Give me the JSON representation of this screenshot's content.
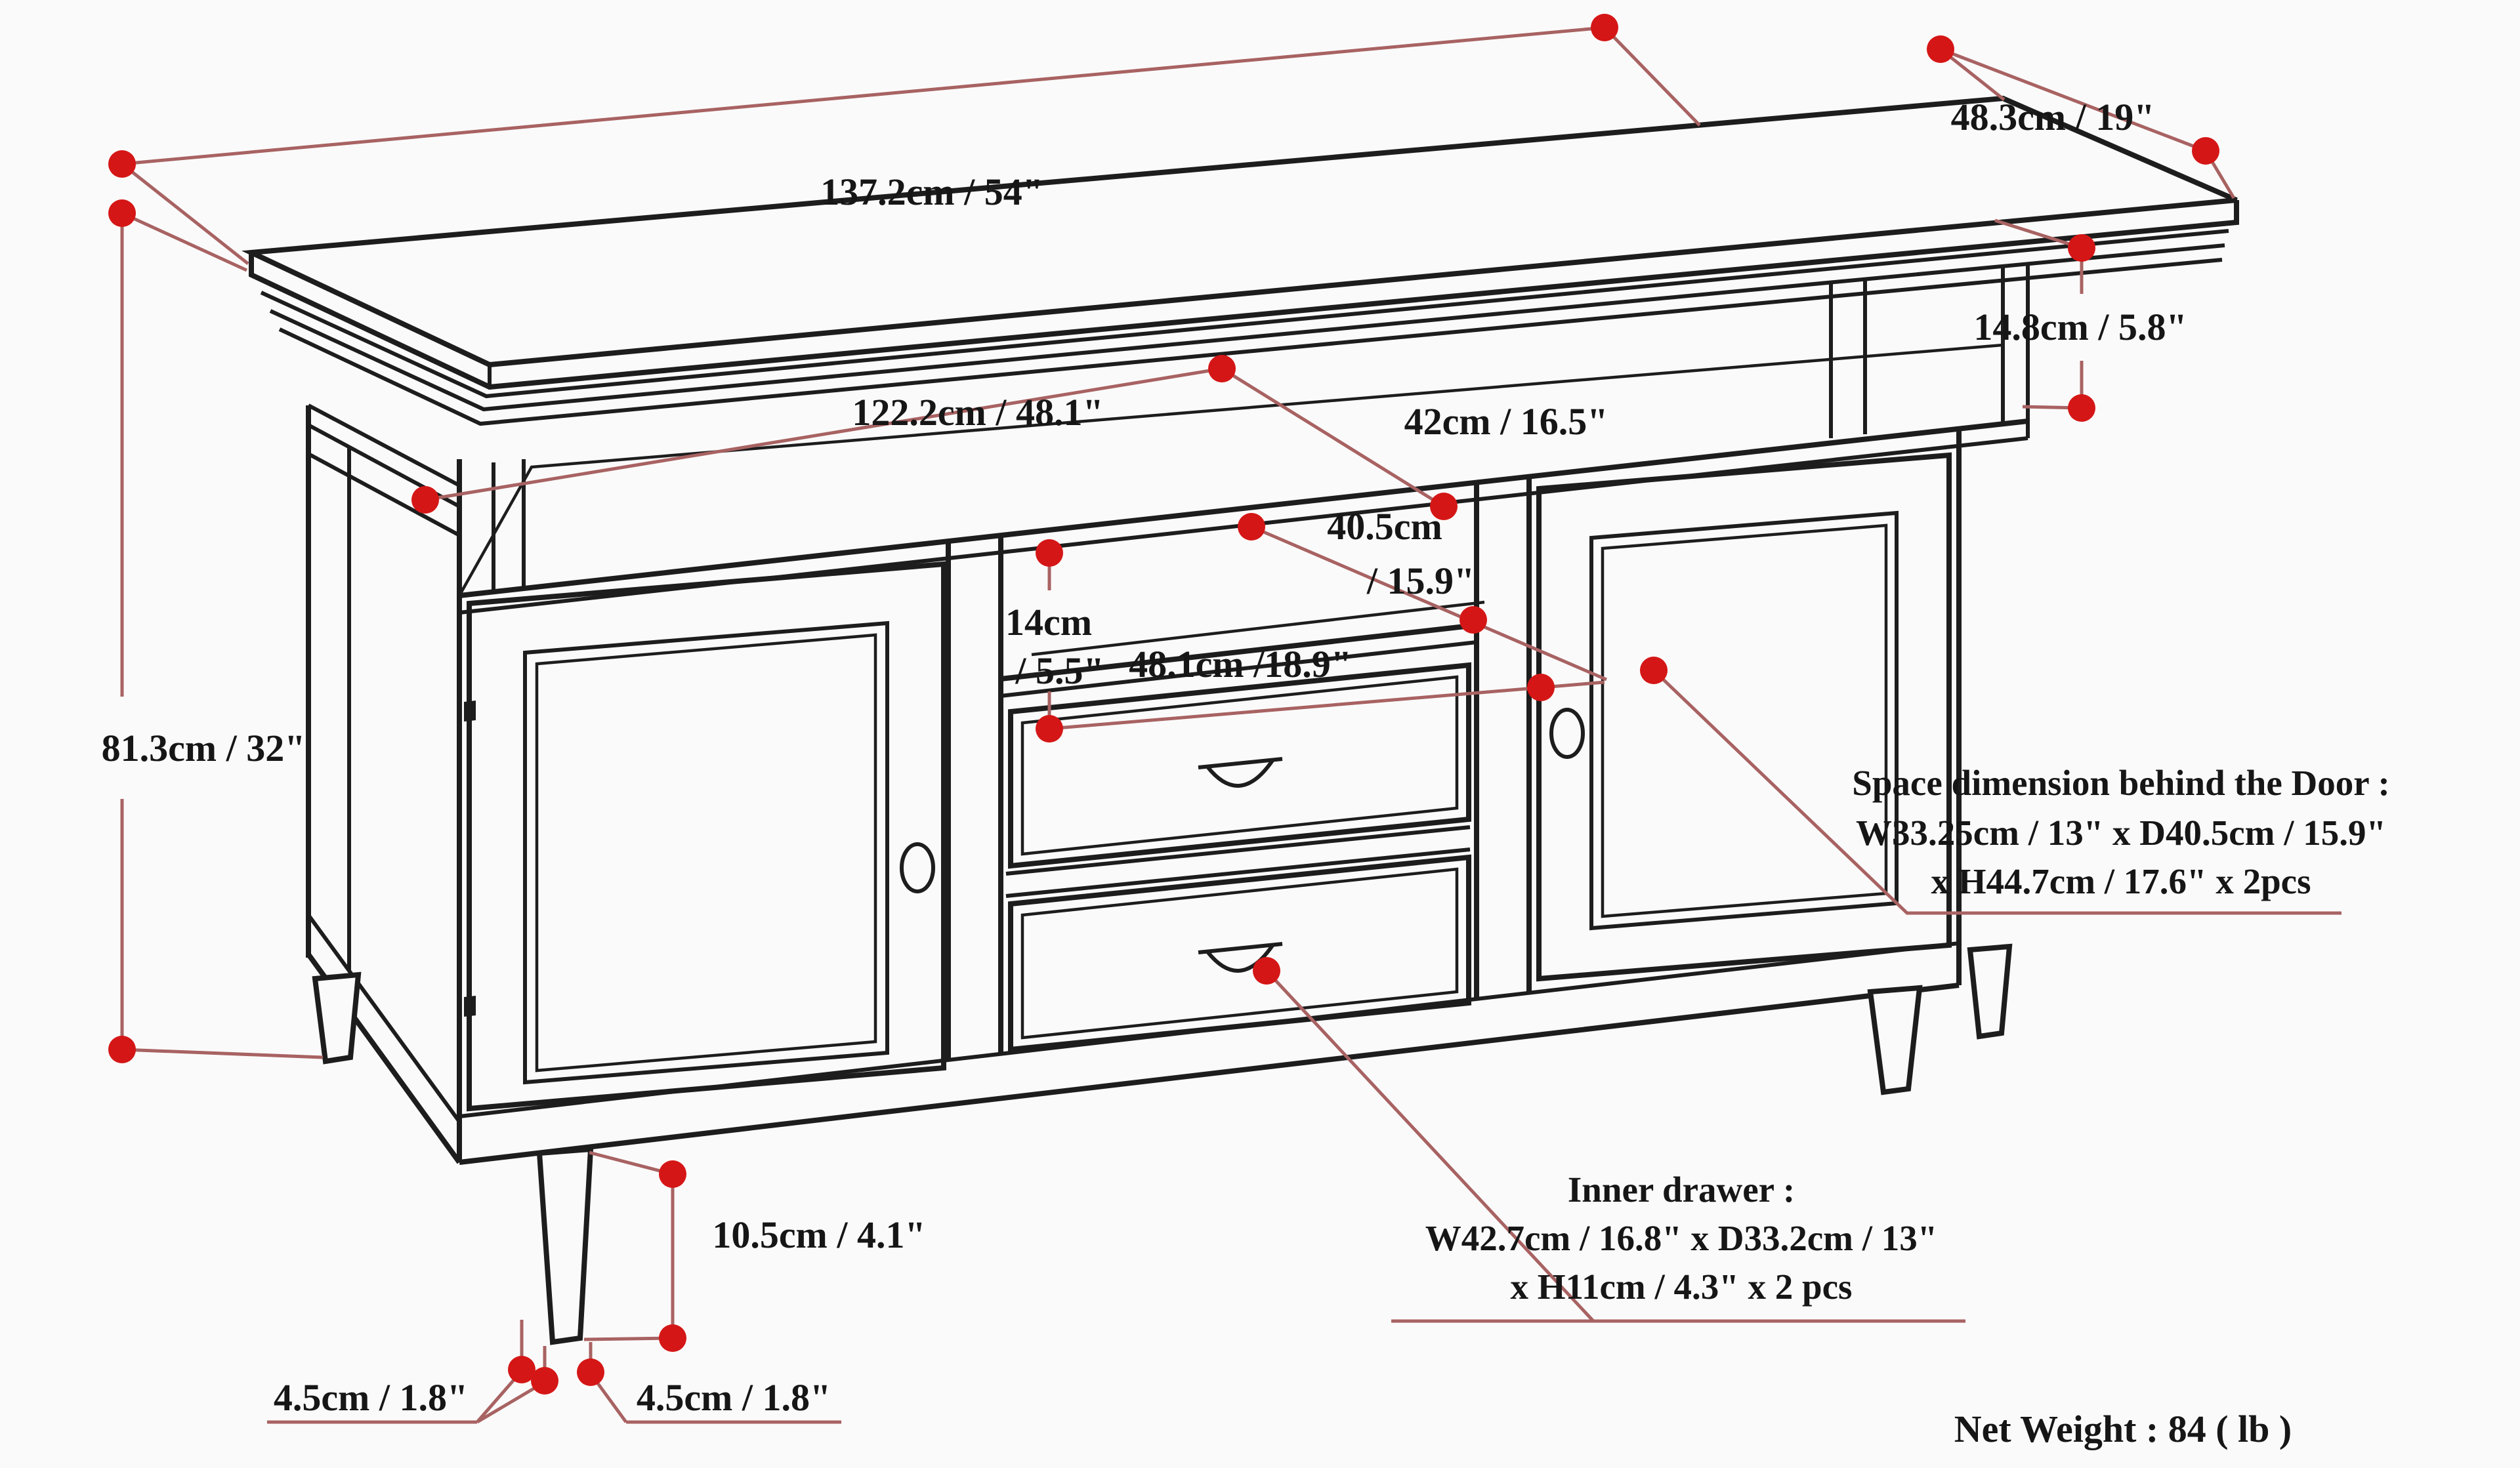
{
  "diagram_type": "furniture-dimension-diagram",
  "product": "TV stand / sideboard line drawing",
  "colors": {
    "background": "#fbfafa",
    "line_art": "#1d1d1d",
    "dimension_line": "#a86262",
    "dimension_dot": "#d51616",
    "label_text": "#161616"
  },
  "dimensions": {
    "top_width": "137.2cm / 54\"",
    "top_depth": "48.3cm / 19\"",
    "open_shelf_height": "14.8cm / 5.8\"",
    "inner_width": "122.2cm / 48.1\"",
    "open_shelf_depth": "42cm / 16.5\"",
    "center_shelf_depth_line1": "40.5cm",
    "center_shelf_depth_line2": "/ 15.9\"",
    "center_gap_height_line1": "14cm",
    "center_gap_height_line2": "/ 5.5\"",
    "center_opening_width": "48.1cm /18.9\"",
    "overall_height": "81.3cm / 32\"",
    "leg_height": "10.5cm / 4.1\"",
    "leg_size_left": "4.5cm / 1.8\"",
    "leg_size_right": "4.5cm / 1.8\""
  },
  "door_space_note": {
    "line1": "Space dimension behind the Door :",
    "line2": "W33.25cm / 13\" x D40.5cm / 15.9\"",
    "line3": "x H44.7cm / 17.6\" x 2pcs"
  },
  "inner_drawer_note": {
    "line1": "Inner drawer :",
    "line2": "W42.7cm / 16.8\" x D33.2cm / 13\"",
    "line3": "x H11cm / 4.3\" x 2 pcs"
  },
  "net_weight": "Net Weight : 84 ( lb )"
}
